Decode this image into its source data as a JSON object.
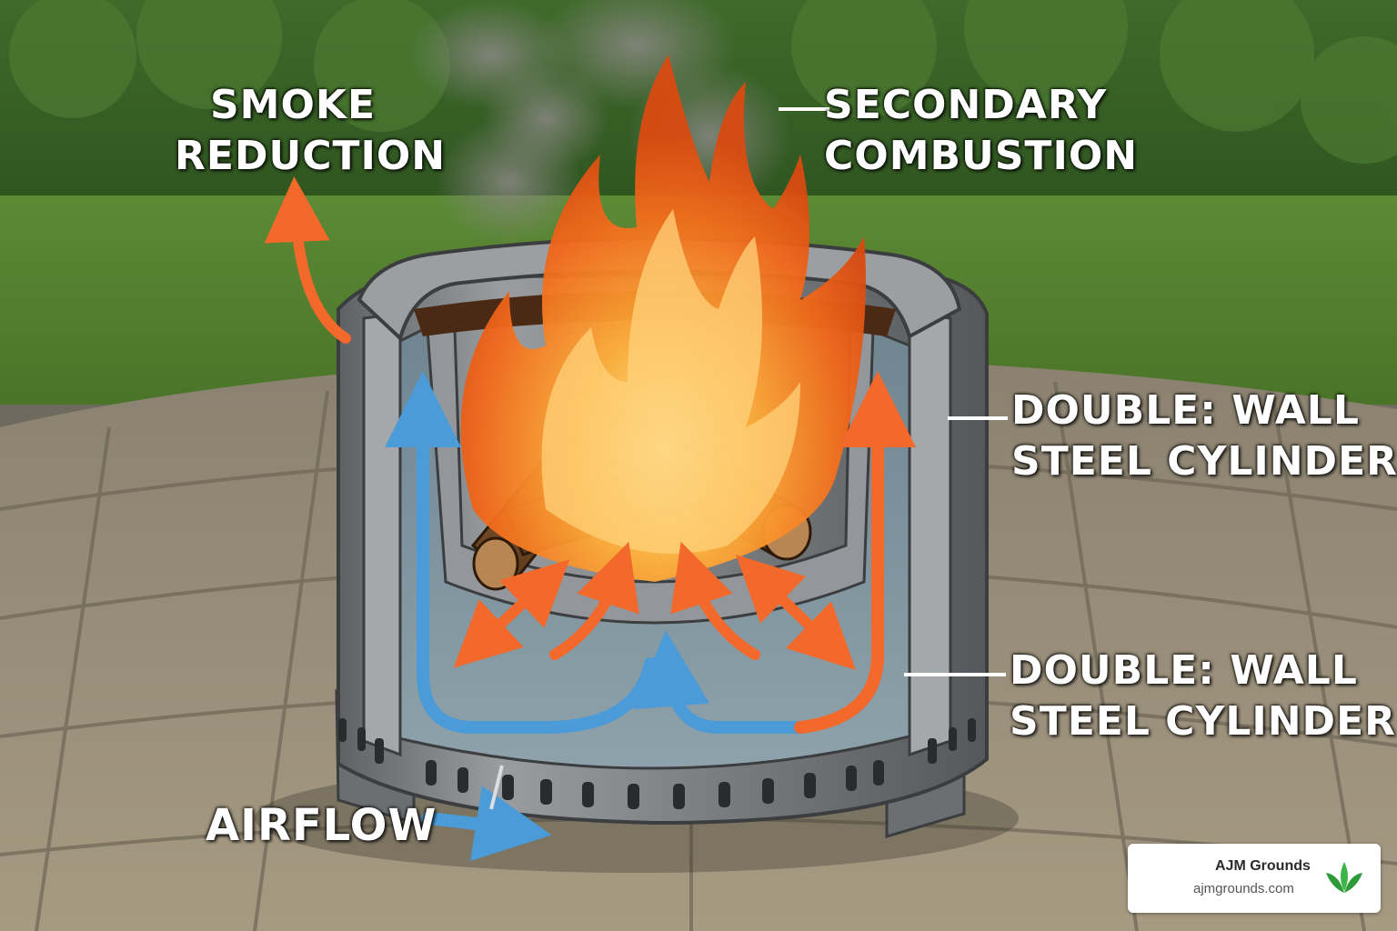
{
  "labels": {
    "smoke_reduction": [
      "SMOKE",
      "REDUCTION"
    ],
    "secondary_combustion": [
      "SECONDARY",
      "COMBUSTION"
    ],
    "double_wall_upper": [
      "DOUBLE: WALL",
      "STEEL CYLINDER"
    ],
    "double_wall_lower": [
      "DOUBLE: WALL",
      "STEEL CYLINDER"
    ],
    "airflow": "AIRFLOW"
  },
  "logo": {
    "name": "AJM Grounds",
    "url": "ajmgrounds.com",
    "icon": "leaf-icon"
  },
  "colors": {
    "airflow_cold": "#4a9bd8",
    "airflow_hot": "#f2692b",
    "flame": "#ff8a1c",
    "steel": "#8a8d90",
    "grass": "#4f7d2e",
    "logo_green": "#2e9b3a"
  }
}
